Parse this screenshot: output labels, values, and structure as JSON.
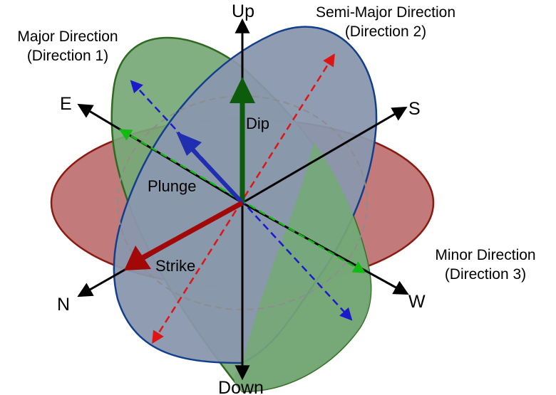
{
  "labels": {
    "up": "Up",
    "down": "Down",
    "e": "E",
    "s": "S",
    "n": "N",
    "w": "W",
    "major_line1": "Major Direction",
    "major_line2": "(Direction 1)",
    "semimajor_line1": "Semi-Major Direction",
    "semimajor_line2": "(Direction 2)",
    "minor_line1": "Minor Direction",
    "minor_line2": "(Direction 3)",
    "dip": "Dip",
    "plunge": "Plunge",
    "strike": "Strike"
  },
  "colors": {
    "horizontal_fill": "#c27a7a",
    "horizontal_stroke": "#8b1a10",
    "green_fill": "#76a877",
    "green_stroke": "#2f6a20",
    "blue_fill": "#8a97ad",
    "blue_stroke": "#123f8c",
    "dashed_ellipse": "#8d8d8d",
    "major_axis": "#1a1acc",
    "semimajor_axis": "#dd1515",
    "minor_axis": "#11bb11",
    "dip_arrow": "#0c5c0c",
    "plunge_arrow": "#1f2fb0",
    "strike_arrow": "#a30808",
    "compass": "#000000"
  }
}
